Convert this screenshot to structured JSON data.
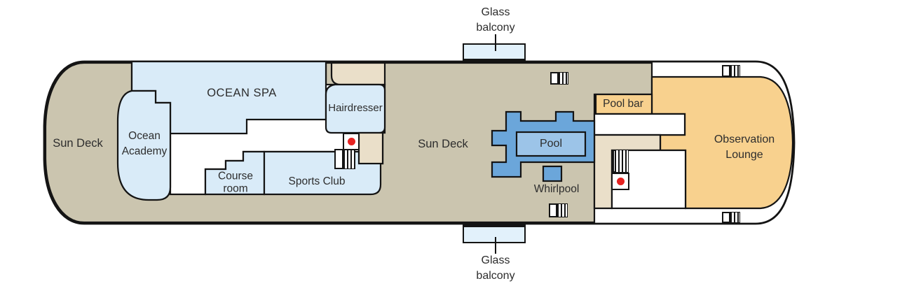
{
  "ship": {
    "decks": {
      "sun_deck_left": "Sun Deck",
      "sun_deck_middle": "Sun Deck"
    },
    "rooms": {
      "ocean_spa": "OCEAN SPA",
      "ocean_academy": "Ocean Academy",
      "hairdresser": "Hairdresser",
      "course_room": "Course room",
      "sports_club": "Sports Club",
      "pool": "Pool",
      "whirlpool": "Whirlpool",
      "pool_bar": "Pool bar",
      "observation_lounge": "Observation Lounge"
    },
    "balconies": {
      "top": "Glass balcony",
      "bottom": "Glass balcony"
    },
    "icons": {
      "stairs": "stairs-icon",
      "elevator": "elevator-red-dot"
    },
    "colors": {
      "deck_tan": "#cbc5af",
      "room_blue": "#d9ebf8",
      "balcony_blue": "#e2f1fb",
      "pool_deck_blue": "#6ba6da",
      "pool_inner_blue": "#9cc4e8",
      "lounge_orange": "#f8d18e",
      "beige": "#eadfc9",
      "red_dot": "#e62321",
      "outline": "#141414",
      "text": "#2d2d2d"
    }
  }
}
